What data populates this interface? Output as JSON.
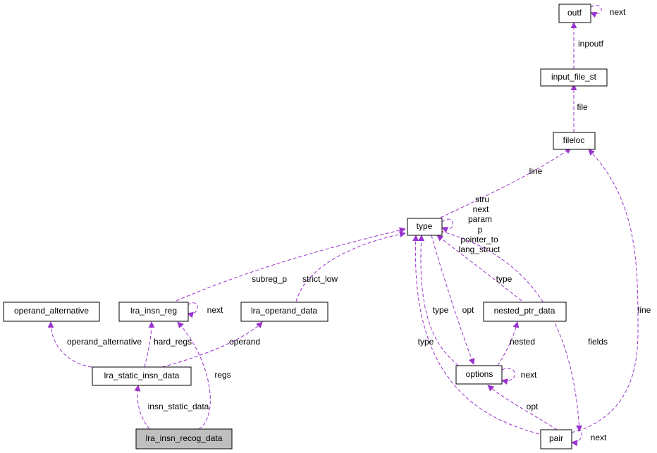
{
  "colors": {
    "edge": "#9a32cd",
    "node_fill": "#ffffff",
    "focus_fill": "#bfbfbf",
    "node_stroke": "#000000"
  },
  "nodes": {
    "outf": "outf",
    "input_file_st": "input_file_st",
    "fileloc": "fileloc",
    "type": "type",
    "operand_alternative": "operand_alternative",
    "lra_insn_reg": "lra_insn_reg",
    "lra_operand_data": "lra_operand_data",
    "nested_ptr_data": "nested_ptr_data",
    "lra_static_insn_data": "lra_static_insn_data",
    "options": "options",
    "lra_insn_recog_data": "lra_insn_recog_data",
    "pair": "pair"
  },
  "labels": {
    "outf_next": "next",
    "inpoutf": "inpoutf",
    "file": "file",
    "line_type": "line",
    "line_pair": "line",
    "type_self": [
      "stru",
      "next",
      "param",
      "p",
      "pointer_to",
      "lang_struct"
    ],
    "subreg_p": "subreg_p",
    "strict_low": "strict_low",
    "nested_type": "type",
    "lra_next": "next",
    "operand_alternative": "operand_alternative",
    "hard_regs": "hard_regs",
    "operand": "operand",
    "options_type": "type",
    "options_opt": "opt",
    "nested": "nested",
    "fields": "fields",
    "pair_type": "type",
    "options_next": "next",
    "regs": "regs",
    "insn_static_data": "insn_static_data",
    "pair_opt": "opt",
    "pair_next": "next"
  }
}
